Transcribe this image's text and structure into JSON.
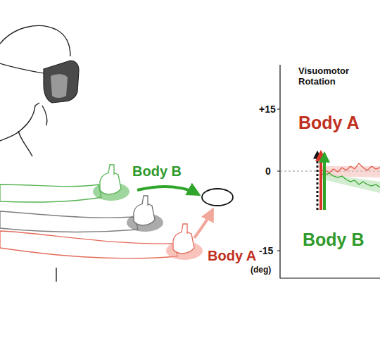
{
  "diagram": {
    "labels": [
      "Body B",
      "Body A",
      "Visuomotor Rotation",
      "+15",
      "0",
      "-15",
      "(deg)",
      "Body A",
      "Body B"
    ]
  }
}
